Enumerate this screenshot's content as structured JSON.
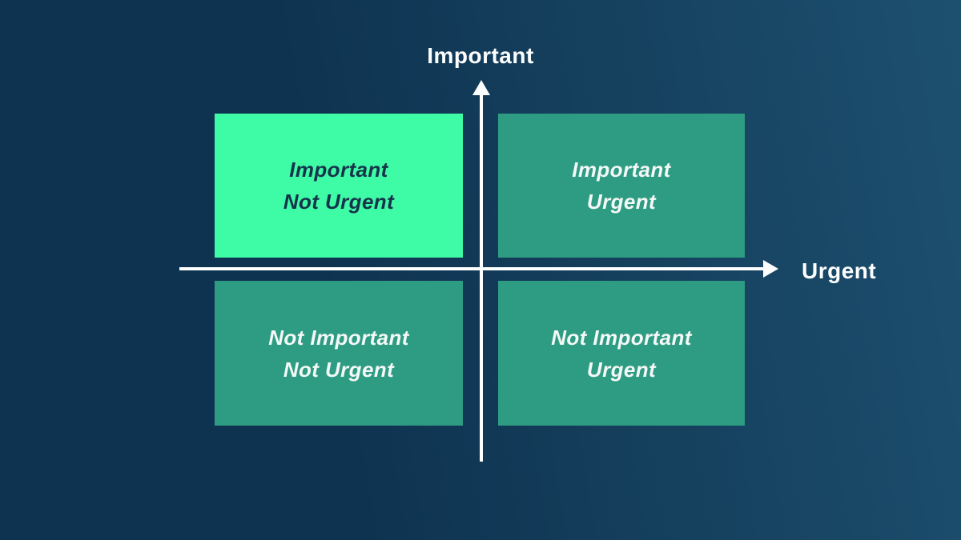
{
  "matrix": {
    "y_axis_label": "Important",
    "x_axis_label": "Urgent",
    "quadrants": [
      {
        "position": "top-left",
        "line1": "Important",
        "line2": "Not Urgent",
        "highlighted": true
      },
      {
        "position": "top-right",
        "line1": "Important",
        "line2": "Urgent",
        "highlighted": false
      },
      {
        "position": "bottom-left",
        "line1": "Not Important",
        "line2": "Not Urgent",
        "highlighted": false
      },
      {
        "position": "bottom-right",
        "line1": "Not Important",
        "line2": "Urgent",
        "highlighted": false
      }
    ],
    "colors": {
      "background_start": "#0e3350",
      "background_end": "#1d506f",
      "highlight_quadrant": "#3efba6",
      "quadrant": "#2e9c82",
      "axis": "#fdfefe",
      "text_on_highlight": "#16334a",
      "text_on_quadrant": "#f4f8f7"
    }
  }
}
